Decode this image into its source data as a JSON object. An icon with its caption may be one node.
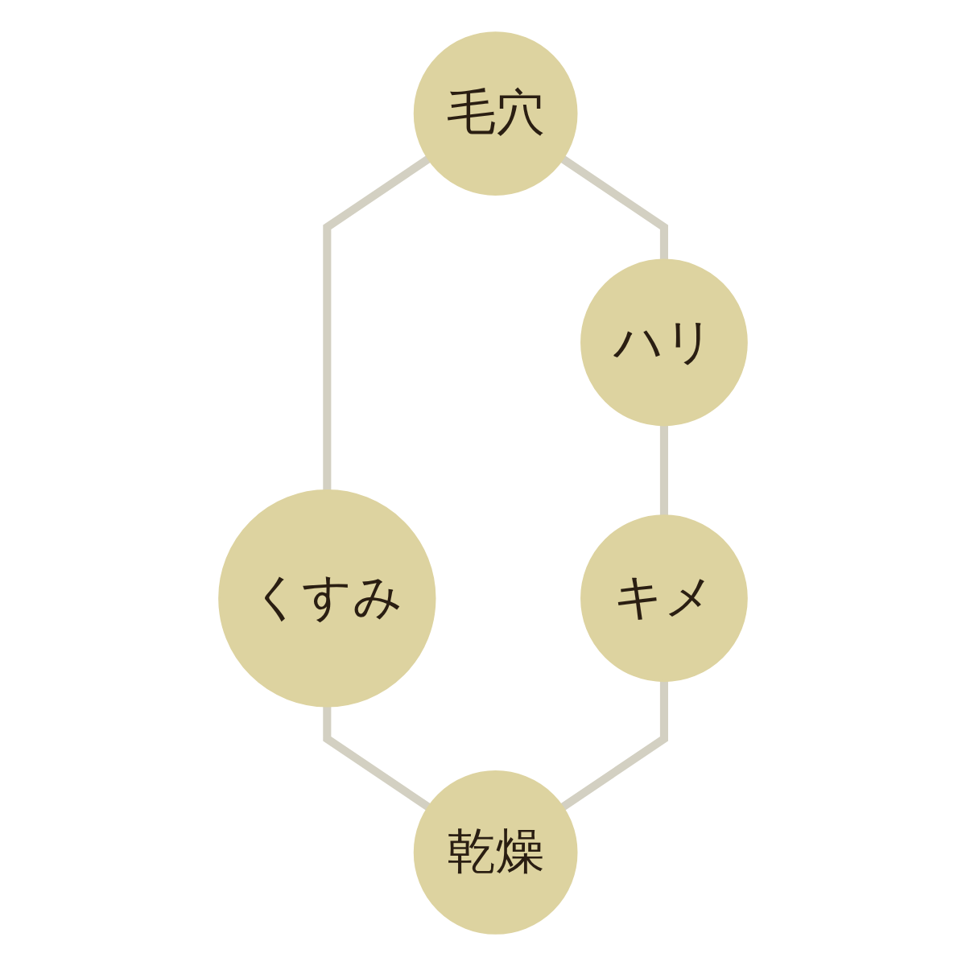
{
  "diagram": {
    "nodes": [
      {
        "text": [
          "毛穴"
        ]
      },
      {
        "text": [
          "ハリ"
        ]
      },
      {
        "text": [
          "くすみ"
        ]
      },
      {
        "text": [
          "キメ"
        ]
      },
      {
        "text": [
          "乾燥"
        ]
      }
    ],
    "edges": [
      {
        "from": 0,
        "to": 1,
        "arrow": "none"
      },
      {
        "from": 0,
        "to": 2,
        "arrow": "none"
      },
      {
        "from": 1,
        "to": 3,
        "arrow": "none"
      },
      {
        "from": 2,
        "to": 4,
        "arrow": "none"
      },
      {
        "from": 3,
        "to": 4,
        "arrow": "none"
      }
    ]
  }
}
